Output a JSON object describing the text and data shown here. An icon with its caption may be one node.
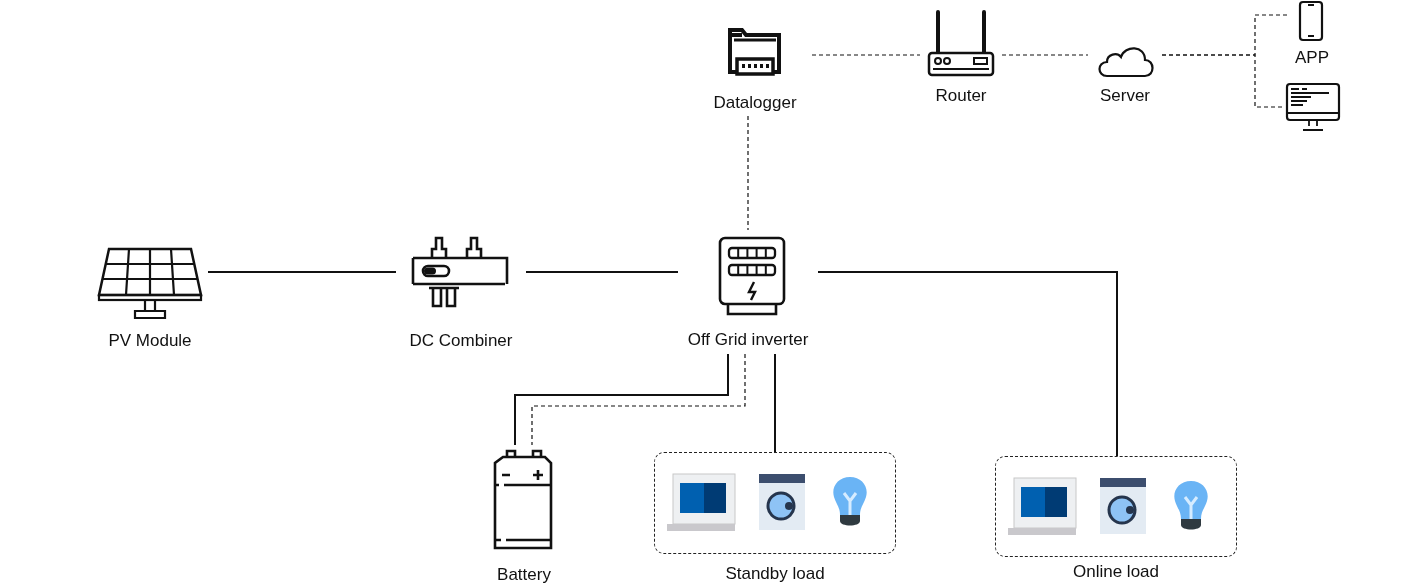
{
  "diagram": {
    "nodes": [
      {
        "text": [
          "Datalogger"
        ]
      },
      {
        "text": [
          "Router"
        ]
      },
      {
        "text": [
          "Server"
        ]
      },
      {
        "text": [
          "APP"
        ]
      },
      {
        "text": [],
        "shape": "monitor"
      },
      {
        "text": [
          "PV Module"
        ]
      },
      {
        "text": [
          "DC Combiner"
        ]
      },
      {
        "text": [
          "Off Grid inverter"
        ]
      },
      {
        "text": [
          "Battery"
        ]
      },
      {
        "text": [
          "Standby load"
        ]
      },
      {
        "text": [
          "Online load"
        ]
      }
    ],
    "edges": [
      {
        "from": 0,
        "to": 1,
        "arrow": "none",
        "style": "dashed"
      },
      {
        "from": 1,
        "to": 2,
        "arrow": "none",
        "style": "dashed"
      },
      {
        "from": 2,
        "to": 3,
        "arrow": "none",
        "style": "dashed"
      },
      {
        "from": 2,
        "to": 4,
        "arrow": "none",
        "style": "dashed"
      },
      {
        "from": 0,
        "to": 7,
        "arrow": "none",
        "style": "dashed"
      },
      {
        "from": 5,
        "to": 6,
        "arrow": "none"
      },
      {
        "from": 6,
        "to": 7,
        "arrow": "none"
      },
      {
        "from": 7,
        "to": 10,
        "arrow": "none"
      },
      {
        "from": 7,
        "to": 8,
        "arrow": "none"
      },
      {
        "from": 7,
        "to": 8,
        "arrow": "none",
        "style": "dashed"
      },
      {
        "from": 7,
        "to": 9,
        "arrow": "none"
      }
    ]
  }
}
